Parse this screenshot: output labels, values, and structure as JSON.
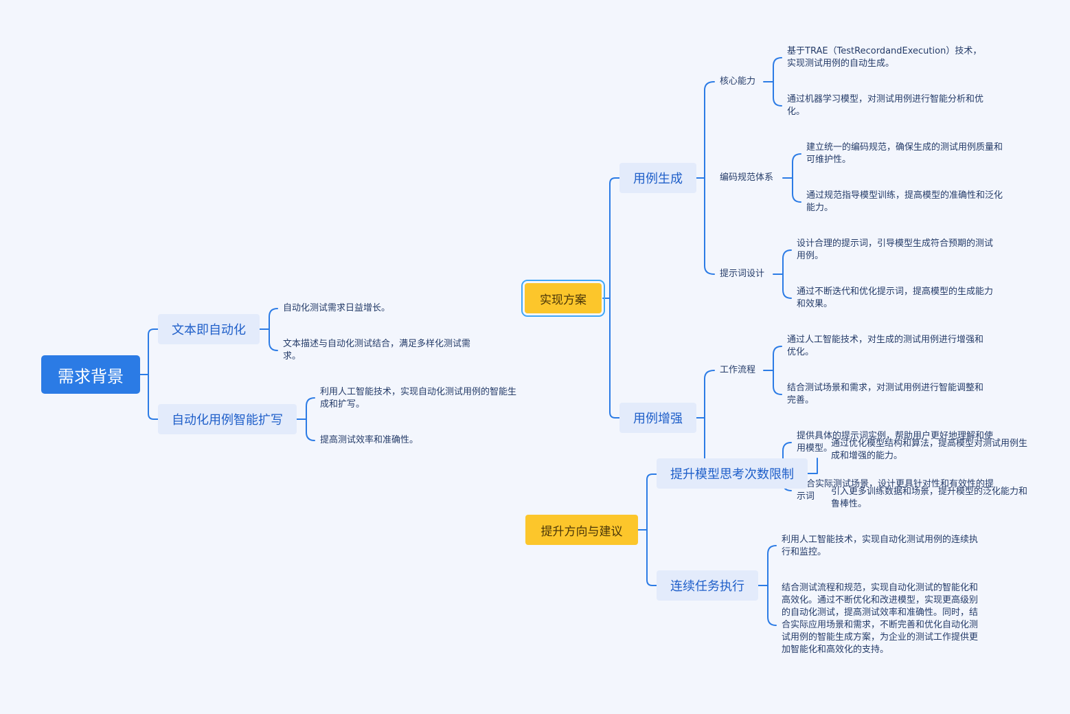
{
  "root": {
    "label": "需求背景"
  },
  "left": {
    "text_auto": {
      "label": "文本即自动化",
      "leaves": [
        "自动化测试需求日益增长。",
        "文本描述与自动化测试结合，满足多样化测试需求。"
      ]
    },
    "case_expand": {
      "label": "自动化用例智能扩写",
      "leaves": [
        "利用人工智能技术，实现自动化测试用例的智能生成和扩写。",
        "提高测试效率和准确性。"
      ]
    }
  },
  "impl": {
    "label": "实现方案",
    "gen": {
      "label": "用例生成",
      "core": {
        "label": "核心能力",
        "leaves": [
          "基于TRAE（TestRecordandExecution）技术，实现测试用例的自动生成。",
          "通过机器学习模型，对测试用例进行智能分析和优化。"
        ]
      },
      "coding": {
        "label": "编码规范体系",
        "leaves": [
          "建立统一的编码规范，确保生成的测试用例质量和可维护性。",
          "通过规范指导模型训练，提高模型的准确性和泛化能力。"
        ]
      },
      "prompt": {
        "label": "提示词设计",
        "leaves": [
          "设计合理的提示词，引导模型生成符合预期的测试用例。",
          "通过不断迭代和优化提示词，提高模型的生成能力和效果。"
        ]
      }
    },
    "enhance": {
      "label": "用例增强",
      "workflow": {
        "label": "工作流程",
        "leaves": [
          "通过人工智能技术，对生成的测试用例进行增强和优化。",
          "结合测试场景和需求，对测试用例进行智能调整和完善。"
        ]
      },
      "hidden_leaves": [
        "提供具体的提示词实例，帮助用户更好地理解和使用模型。",
        "合实际测试场景，设计更具针对性和有效性的提示词"
      ]
    }
  },
  "improve": {
    "label": "提升方向与建议",
    "thinking": {
      "label": "提升模型思考次数限制",
      "leaves": [
        "通过优化模型结构和算法，提高模型对测试用例生成和增强的能力。",
        "引入更多训练数据和场景，提升模型的泛化能力和鲁棒性。"
      ]
    },
    "continuous": {
      "label": "连续任务执行",
      "leaves": [
        "利用人工智能技术，实现自动化测试用例的连续执行和监控。",
        "结合测试流程和规范，实现自动化测试的智能化和高效化。通过不断优化和改进模型，实现更高级别的自动化测试，提高测试效率和准确性。同时，结合实际应用场景和需求，不断完善和优化自动化测试用例的智能生成方案，为企业的测试工作提供更加智能化和高效化的支持。"
      ]
    }
  },
  "colors": {
    "root": "#2b7be5",
    "branch": "#2b7be5",
    "secondary_bg": "#e3ebfb",
    "highlight": "#fcc62b",
    "background": "#f3f6fd"
  }
}
